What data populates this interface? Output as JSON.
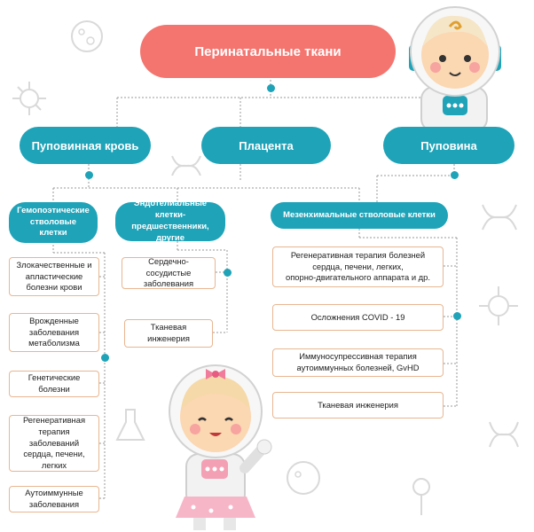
{
  "root": {
    "label": "Перинатальные ткани"
  },
  "sources": [
    {
      "label": "Пуповинная кровь"
    },
    {
      "label": "Плацента"
    },
    {
      "label": "Пуповина"
    }
  ],
  "cell_types": [
    {
      "label": "Гемопоэтические\nстволовые\nклетки"
    },
    {
      "label": "Эндотелиальные\nклетки-предшественники,\nдругие"
    },
    {
      "label": "Мезенхимальные стволовые клетки"
    }
  ],
  "hematopoietic_uses": [
    {
      "label": "Злокачественные и\nапластические\nболезни крови"
    },
    {
      "label": "Врожденные\nзаболевания\nметаболизма"
    },
    {
      "label": "Генетические\nболезни"
    },
    {
      "label": "Регенеративная\nтерапия\nзаболеваний\nсердца, печени,\nлегких"
    },
    {
      "label": "Аутоиммунные\nзаболевания"
    }
  ],
  "endothelial_uses": [
    {
      "label": "Сердечно-сосудистые\nзаболевания"
    },
    {
      "label": "Тканевая\nинженерия"
    }
  ],
  "mesenchymal_uses": [
    {
      "label": "Регенеративная терапия болезней\nсердца, печени, легких,\nопорно-двигательного аппарата и др."
    },
    {
      "label": "Осложнения COVID - 19"
    },
    {
      "label": "Иммуносупрессивная терапия\nаутоиммунных болезней, GvHD"
    },
    {
      "label": "Тканевая инженерия"
    }
  ],
  "colors": {
    "coral": "#f4756f",
    "teal": "#1fa3b8",
    "box_border": "#e8b691",
    "dotted_line": "#9a9a9a",
    "doodle": "#d9d9d9"
  },
  "icons": [
    "virus-icon",
    "dna-icon",
    "planet-icon",
    "lab-flask-icon",
    "boy-astronaut-icon",
    "girl-astronaut-icon"
  ]
}
